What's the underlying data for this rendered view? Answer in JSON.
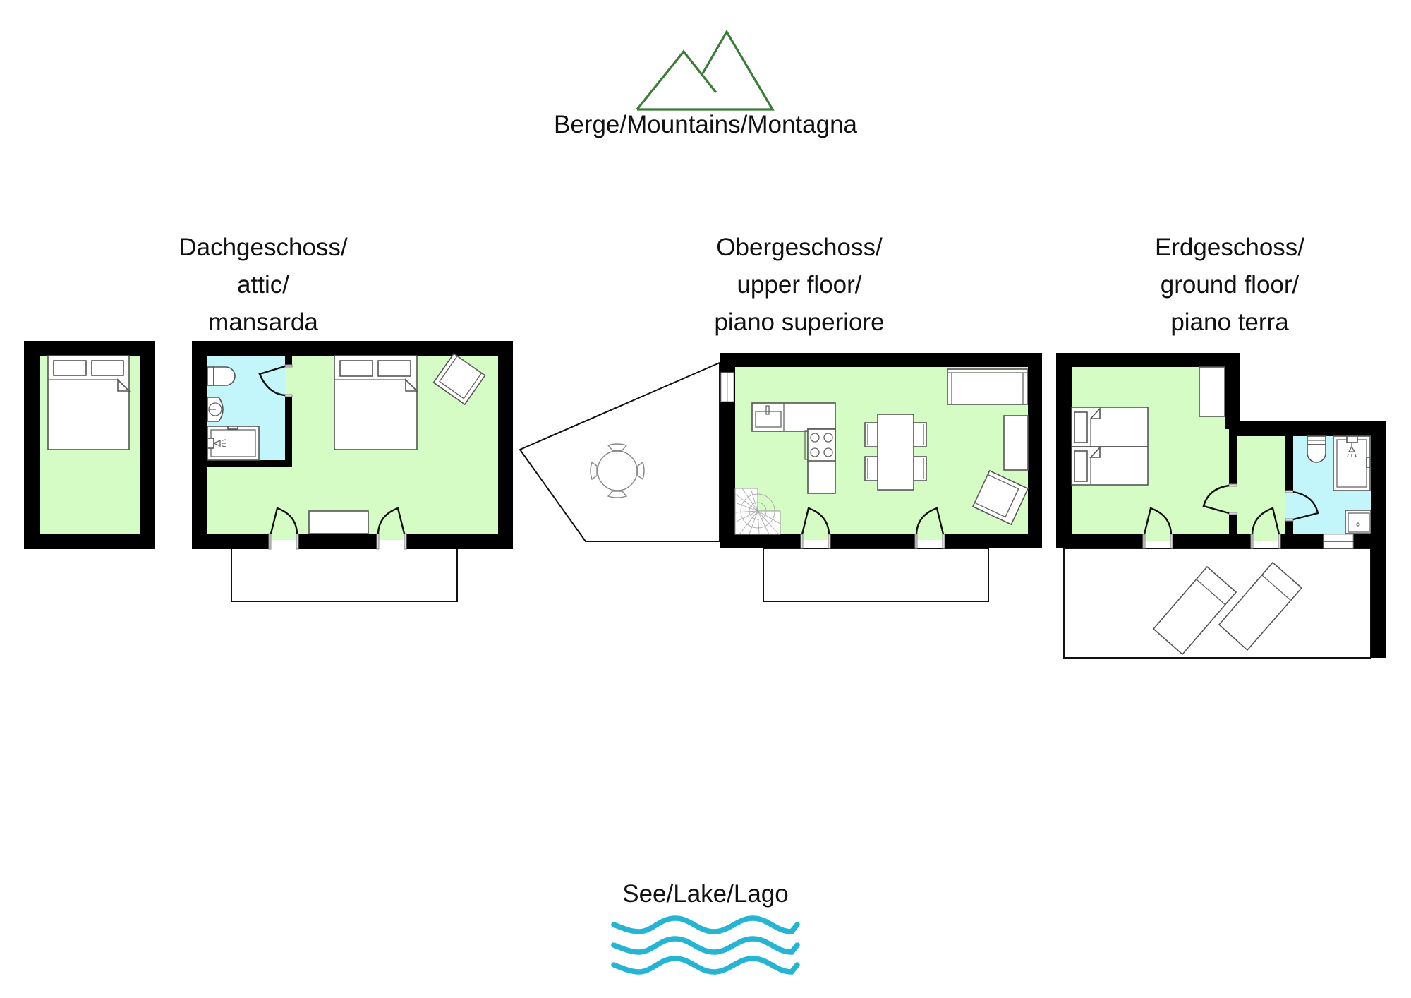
{
  "orientation": {
    "top_label": "Berge/Mountains/Montagna",
    "top_icon": "mountains-icon",
    "top_icon_color": "#3a7d36",
    "bottom_label": "See/Lake/Lago",
    "bottom_icon": "waves-icon",
    "bottom_icon_color": "#23b5d3"
  },
  "floors": [
    {
      "id": "attic",
      "lines": [
        "Dachgeschoss/",
        "attic/",
        "mansarda"
      ]
    },
    {
      "id": "upper",
      "lines": [
        "Obergeschoss/",
        "upper floor/",
        "piano superiore"
      ]
    },
    {
      "id": "ground",
      "lines": [
        "Erdgeschoss/",
        "ground floor/",
        "piano terra"
      ]
    }
  ],
  "colors": {
    "room_floor": "#d6fcc5",
    "bathroom_floor": "#c2f6fb",
    "wall": "#000000"
  }
}
